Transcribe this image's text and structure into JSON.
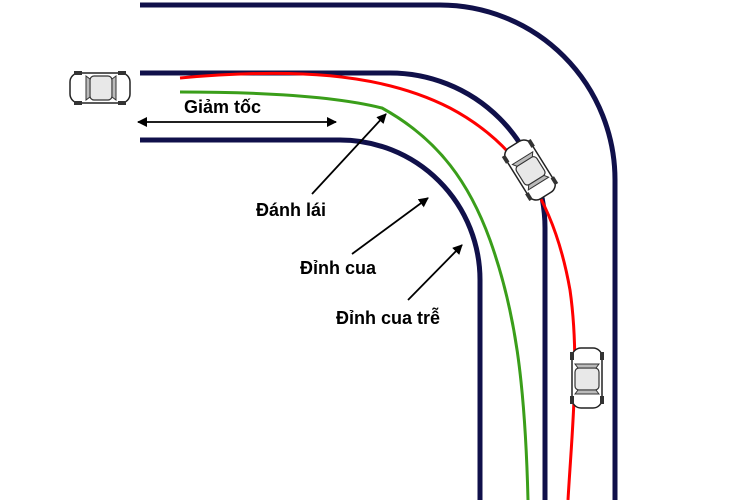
{
  "labels": {
    "deceleration": "Giảm tốc",
    "turn_in": "Đánh lái",
    "apex": "Đỉnh cua",
    "late_apex": "Đỉnh cua trễ"
  },
  "colors": {
    "road": "#10104a",
    "geometric_line": "#3a9e1a",
    "late_apex_line": "#ff0000",
    "arrow": "#000000"
  },
  "icons": {
    "car": "top-view-car-icon"
  }
}
